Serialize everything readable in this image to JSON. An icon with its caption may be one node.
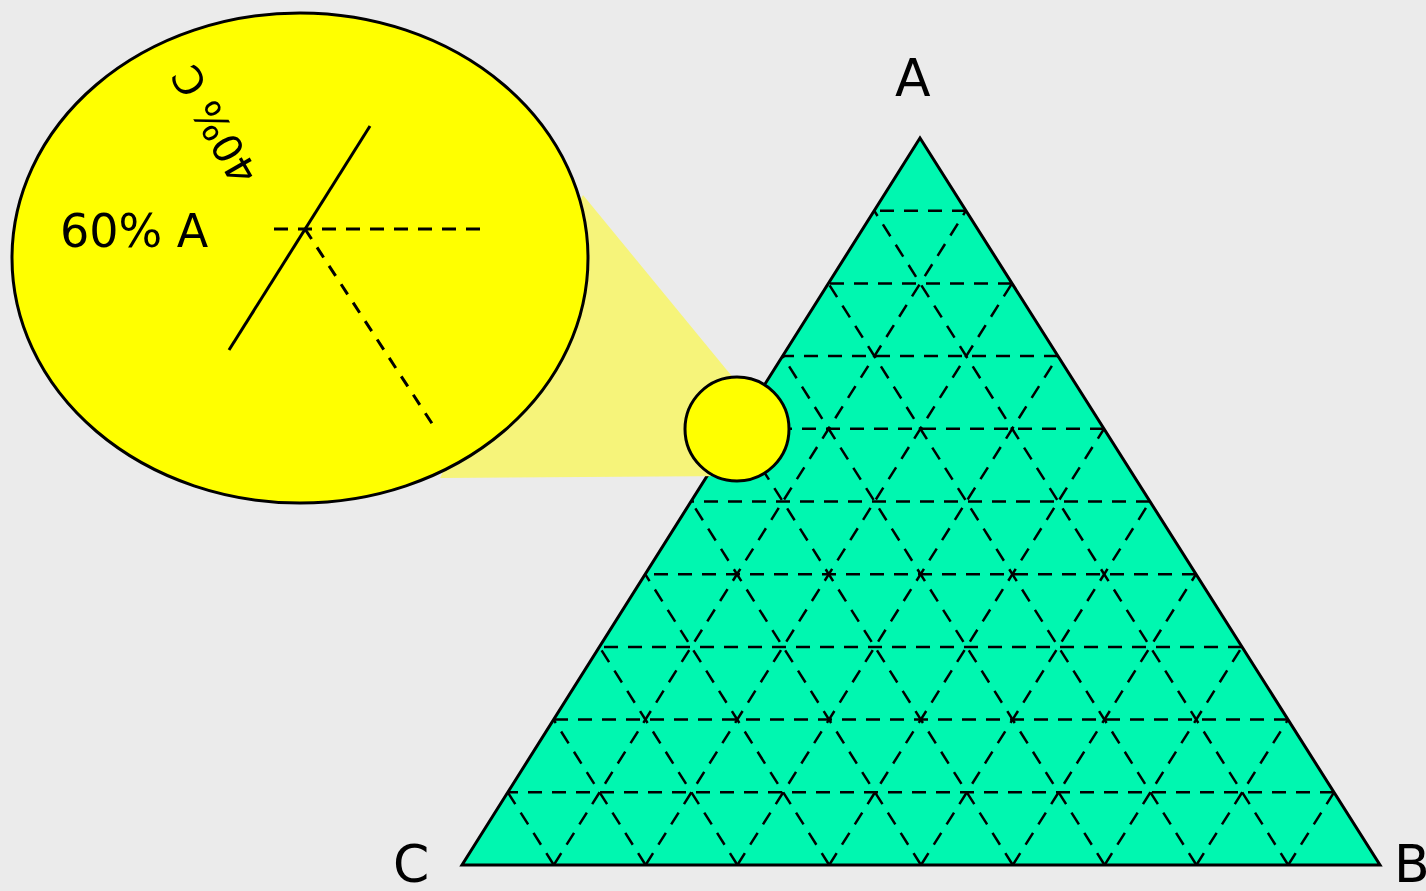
{
  "diagram": {
    "labels": [
      "40% C",
      "A",
      "60% A",
      "C",
      "B"
    ]
  }
}
